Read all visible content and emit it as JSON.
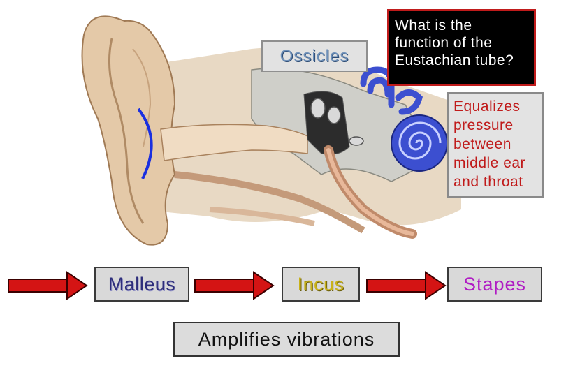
{
  "title_label": "Ossicles",
  "question": "What is the\nfunction of the\nEustachian tube?",
  "answer": "Equalizes\npressure\nbetween\nmiddle ear\nand throat",
  "sequence": [
    "Malleus",
    "Incus",
    "Stapes"
  ],
  "caption": "Amplifies vibrations",
  "colors": {
    "arrow": "#d41414",
    "malleus": "#2e2e7a",
    "incus": "#c9b21a",
    "stapes": "#b01cc4",
    "question_bg": "#000000",
    "question_border": "#c01b1b",
    "answer_text": "#c01b1b",
    "cochlea": "#3c4fd0",
    "eardrum_line": "#1a2fe0"
  }
}
